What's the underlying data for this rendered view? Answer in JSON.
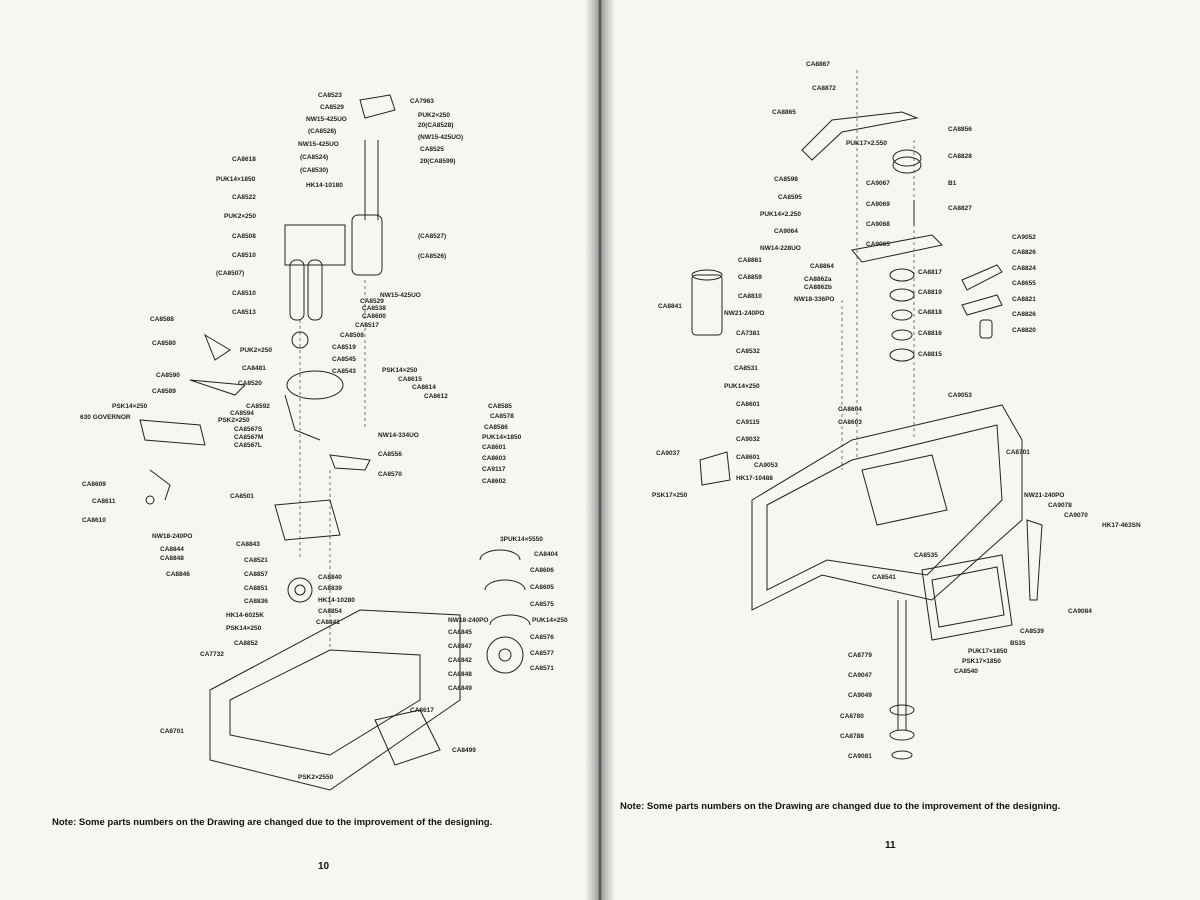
{
  "left_page": {
    "page_number": "10",
    "note": "Note:  Some parts numbers on the Drawing are changed due to the improvement of the designing.",
    "callouts": [
      "CA8523",
      "CA7963",
      "CA8529",
      "PUK2×250",
      "NW15-425UO",
      "20(CA8528)",
      "(CA8528)",
      "(NW15-425UO)",
      "NW15-425UO",
      "CA8525",
      "(CA8524)",
      "20(CA8599)",
      "CA8618",
      "(CA8530)",
      "PUK14×1850",
      "HK14-10180",
      "CA8522",
      "PUK2×250",
      "CA8508",
      "(CA8527)",
      "CA8510",
      "(CA8526)",
      "(CA8507)",
      "NW15-425UO",
      "CA8510",
      "CA8529",
      "CA8538",
      "CA8513",
      "CA8600",
      "CA8588",
      "CA8517",
      "CA8580",
      "CA8508",
      "CA8519",
      "PUK2×250",
      "CA8545",
      "CA8481",
      "CA8543",
      "PSK14×250",
      "CA8590",
      "CA8520",
      "CA8615",
      "CA8589",
      "CA8614",
      "CA8612",
      "PSK14×250",
      "CA8592",
      "CA8585",
      "CA8594",
      "CA8578",
      "630 GOVERNOR",
      "PSK2×250",
      "CA8567S",
      "CA8586",
      "CA8567M",
      "NW14-334UO",
      "PUK14×1850",
      "CA8567L",
      "CA8601",
      "CA8556",
      "CA8603",
      "CA9117",
      "CA8609",
      "CA8570",
      "CA8602",
      "CA8611",
      "CA8501",
      "CA8610",
      "NW18-240PO",
      "CA8843",
      "CA8844",
      "3PUK14×5550",
      "CA8848",
      "CA8404",
      "CA8846",
      "CA8521",
      "CA8606",
      "CA8857",
      "CA8840",
      "CA8605",
      "CA8851",
      "CA8839",
      "CA8575",
      "CA8836",
      "HK14-10280",
      "CA8854",
      "NW18-240PO",
      "HK14-6025K",
      "CA8841",
      "PUK14×250",
      "PSK14×250",
      "CA8845",
      "CA8576",
      "CA8852",
      "CA8847",
      "CA8577",
      "CA7732",
      "CA8842",
      "CA8571",
      "CA8848",
      "CA8849",
      "CA8617",
      "CA8701",
      "CA8499",
      "PSK2×2550"
    ]
  },
  "right_page": {
    "page_number": "11",
    "note": "Note:  Some parts numbers on the Drawing are changed due to the improvement of the designing.",
    "callouts": [
      "CA8867",
      "CA8872",
      "CA8865",
      "CA8856",
      "PUK17×2.550",
      "CA8828",
      "CA8598",
      "CA9067",
      "B1",
      "CA8595",
      "CA9069",
      "CA8827",
      "PUK14×2.250",
      "CA9068",
      "CA9064",
      "CA9065",
      "CA9052",
      "NW14-228UO",
      "CA8861",
      "CA8826",
      "CA8864",
      "CA8824",
      "CA8859",
      "CA8817",
      "CA8862a",
      "CA8655",
      "CA8862b",
      "CA8810",
      "CA8819",
      "CA8821",
      "CA8841",
      "NW18-336PO",
      "CA8826",
      "NW21-240PO",
      "CA8818",
      "CA8820",
      "CA7381",
      "CA8816",
      "CA8532",
      "CA8815",
      "CA8531",
      "PUK14×250",
      "CA9053",
      "CA8601",
      "CA8604",
      "CA9115",
      "CA8603",
      "CA9032",
      "CA9037",
      "CA8601",
      "CA8701",
      "CA9053",
      "HK17-10488",
      "PSK17×250",
      "NW21-240PO",
      "CA9078",
      "CA9070",
      "HK17-463SN",
      "CA8535",
      "CA8541",
      "CA9084",
      "CA8539",
      "B535",
      "PUK17×1850",
      "PSK17×1850",
      "CA8779",
      "CA8540",
      "CA9047",
      "CA9049",
      "CA8780",
      "CA8788",
      "CA9081"
    ]
  }
}
